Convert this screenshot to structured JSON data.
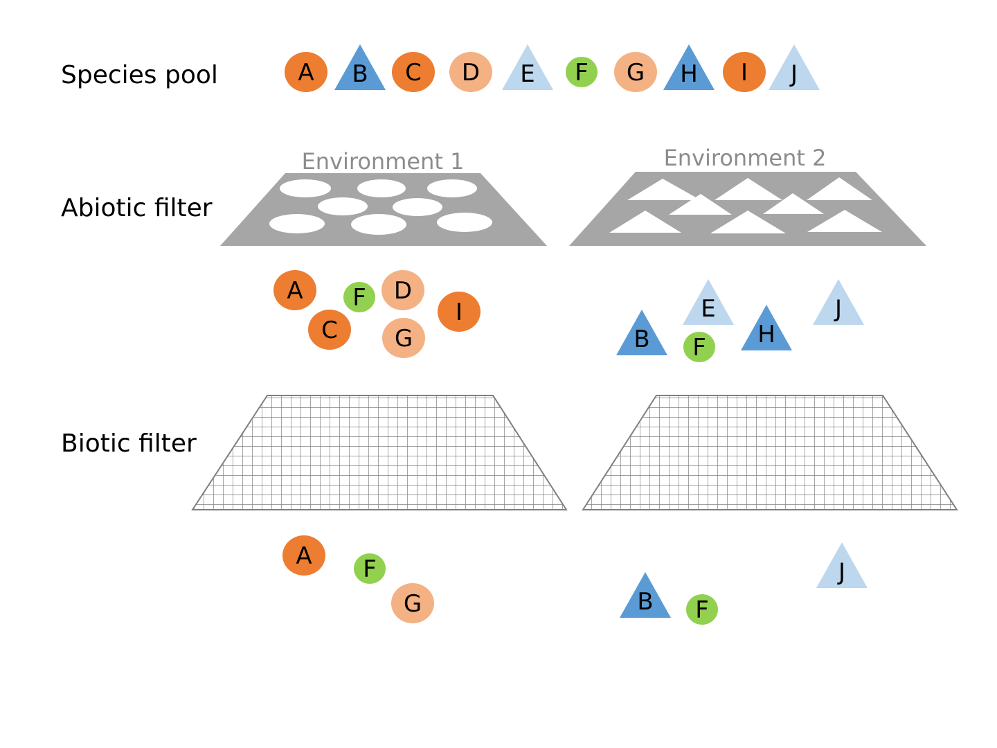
{
  "rows": {
    "species_pool": "Species pool",
    "abiotic_filter": "Abiotic filter",
    "biotic_filter": "Biotic filter"
  },
  "environments": [
    "Environment 1",
    "Environment 2"
  ],
  "colors": {
    "dark_orange": "#ed7d31",
    "light_orange": "#f4b183",
    "dark_blue": "#5b9bd5",
    "light_blue": "#bdd7ee",
    "green": "#92d050",
    "filter_gray": "#a6a6a6",
    "mesh_gray": "#7f7f7f"
  },
  "species_pool": [
    {
      "id": "A",
      "shape": "circle",
      "color": "dark_orange"
    },
    {
      "id": "B",
      "shape": "triangle",
      "color": "dark_blue"
    },
    {
      "id": "C",
      "shape": "circle",
      "color": "dark_orange"
    },
    {
      "id": "D",
      "shape": "circle",
      "color": "light_orange"
    },
    {
      "id": "E",
      "shape": "triangle",
      "color": "light_blue"
    },
    {
      "id": "F",
      "shape": "small-circle",
      "color": "green"
    },
    {
      "id": "G",
      "shape": "circle",
      "color": "light_orange"
    },
    {
      "id": "H",
      "shape": "triangle",
      "color": "dark_blue"
    },
    {
      "id": "I",
      "shape": "circle",
      "color": "dark_orange"
    },
    {
      "id": "J",
      "shape": "triangle",
      "color": "light_blue"
    }
  ],
  "after_abiotic": {
    "environment_1": [
      "A",
      "F",
      "D",
      "I",
      "C",
      "G"
    ],
    "environment_2": [
      "E",
      "J",
      "B",
      "H",
      "F"
    ]
  },
  "after_biotic": {
    "environment_1": [
      "A",
      "F",
      "G"
    ],
    "environment_2": [
      "J",
      "B",
      "F"
    ]
  }
}
